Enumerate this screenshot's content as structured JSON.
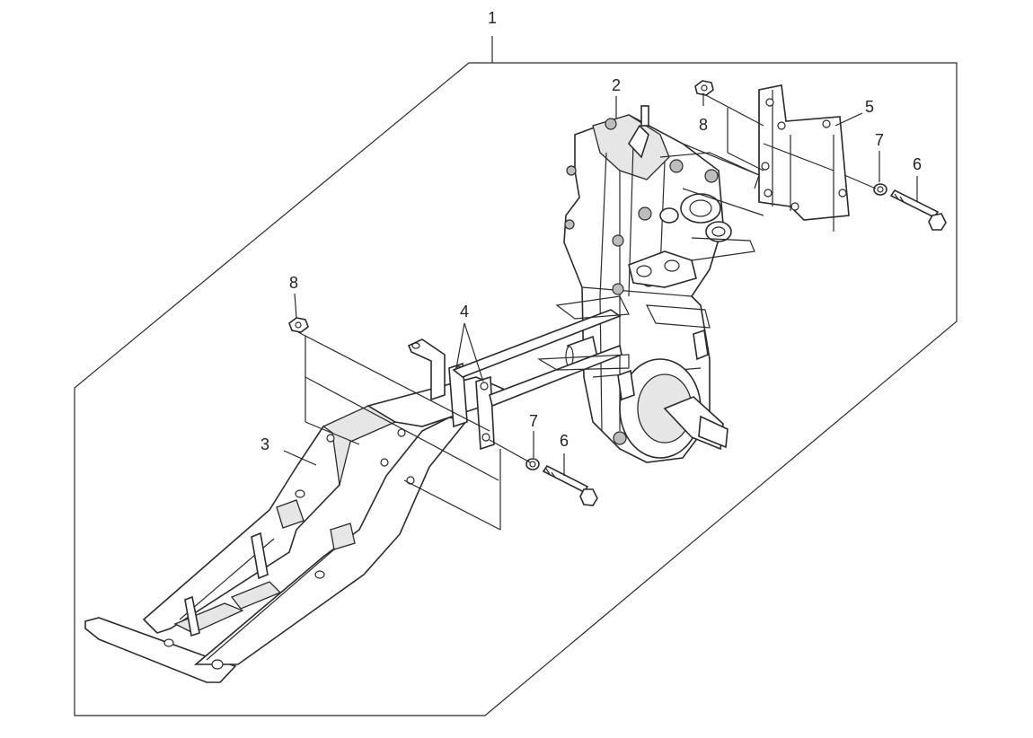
{
  "callouts": [
    {
      "id": "c1",
      "label": "1"
    },
    {
      "id": "c2",
      "label": "2"
    },
    {
      "id": "c3",
      "label": "3"
    },
    {
      "id": "c4",
      "label": "4"
    },
    {
      "id": "c5",
      "label": "5"
    },
    {
      "id": "c6a",
      "label": "6"
    },
    {
      "id": "c6b",
      "label": "6"
    },
    {
      "id": "c7a",
      "label": "7"
    },
    {
      "id": "c7b",
      "label": "7"
    },
    {
      "id": "c8a",
      "label": "8"
    },
    {
      "id": "c8b",
      "label": "8"
    }
  ]
}
